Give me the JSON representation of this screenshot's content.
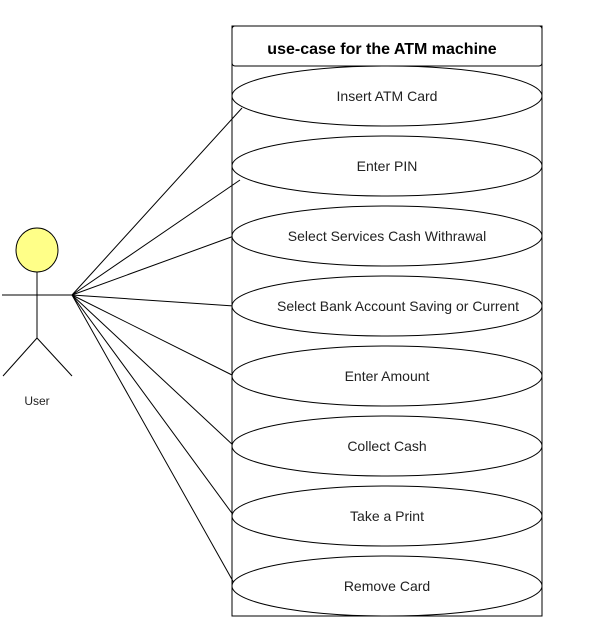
{
  "diagram": {
    "title": "use-case for the ATM machine",
    "actor": {
      "name": "User",
      "head_color": "#ffff88"
    },
    "use_cases": [
      "Insert ATM Card",
      "Enter PIN",
      "Select Services Cash Withrawal",
      "Select Bank Account Saving or Current",
      "Enter Amount",
      "Collect Cash",
      "Take a Print",
      "Remove Card"
    ]
  }
}
